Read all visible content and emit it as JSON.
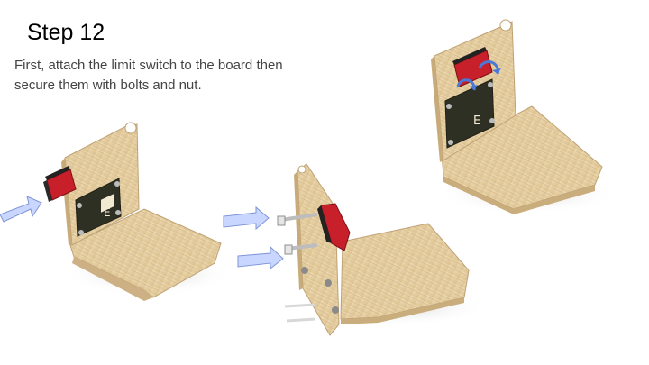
{
  "slide": {
    "title": "Step 12",
    "instruction_lines": [
      "First, attach the limit switch to the board then",
      "secure them with bolts and nut."
    ]
  },
  "illustrations": [
    {
      "name": "assembly-left",
      "description_icon": "limit-switch-mounted-board"
    },
    {
      "name": "assembly-middle",
      "description_icon": "side-view-with-bolts"
    },
    {
      "name": "assembly-right",
      "description_icon": "limit-switch-with-rotate-arrows"
    }
  ],
  "colors": {
    "wood": "#e8d2a6",
    "wood_dark": "#c9ad7c",
    "pcb": "#3a3a2a",
    "switch_red": "#c8202a",
    "arrow_fill": "#c9d6ff",
    "arrow_stroke": "#7f95d6",
    "rotate_arrow": "#4a78d8"
  }
}
